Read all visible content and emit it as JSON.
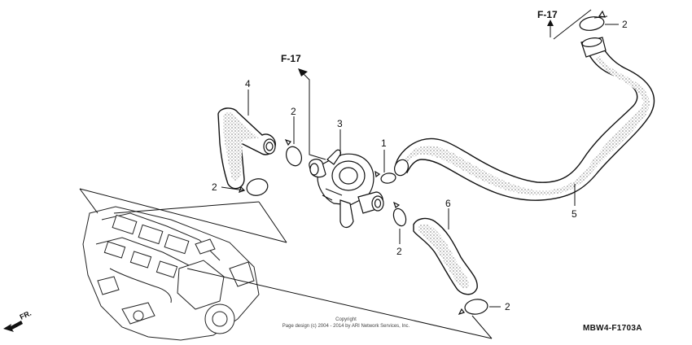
{
  "diagram": {
    "callouts": [
      {
        "id": "c1",
        "label": "1"
      },
      {
        "id": "c2a",
        "label": "2"
      },
      {
        "id": "c2b",
        "label": "2"
      },
      {
        "id": "c2c",
        "label": "2"
      },
      {
        "id": "c2d",
        "label": "2"
      },
      {
        "id": "c2e",
        "label": "2"
      },
      {
        "id": "c3",
        "label": "3"
      },
      {
        "id": "c4",
        "label": "4"
      },
      {
        "id": "c5",
        "label": "5"
      },
      {
        "id": "c6",
        "label": "6"
      }
    ],
    "references": [
      "F-17",
      "F-17"
    ],
    "copyright_line1": "Copyright",
    "copyright_line2": "Page design (c) 2004 - 2014 by ARI Network Services, Inc.",
    "drawing_code": "MBW4-F1703A",
    "front_label": "FR."
  }
}
